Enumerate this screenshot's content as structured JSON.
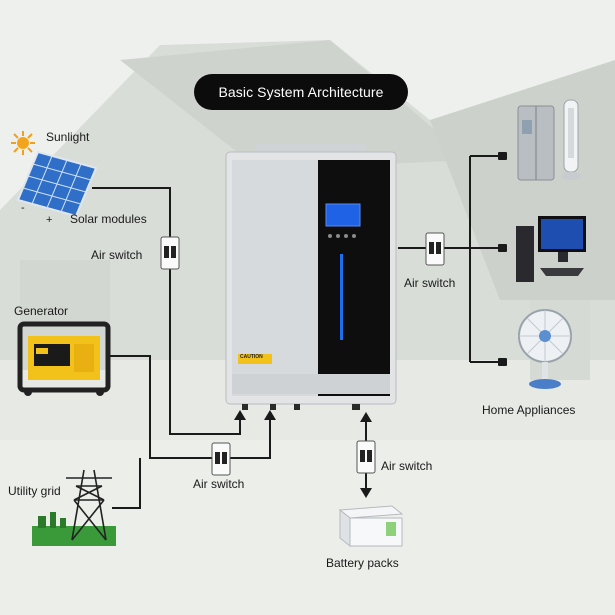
{
  "title": "Basic System Architecture",
  "labels": {
    "sunlight": "Sunlight",
    "solar_modules": "Solar modules",
    "air_switch_solar": "Air switch",
    "generator": "Generator",
    "air_switch_input": "Air switch",
    "utility_grid": "Utility grid",
    "air_switch_output": "Air switch",
    "home_appliances": "Home Appliances",
    "air_switch_battery": "Air switch",
    "battery_packs": "Battery packs"
  },
  "inverter": {
    "caution_label": "CAUTION",
    "lcd_color": "#1f62e6",
    "accent_strip_color": "#1e6ff0"
  },
  "solar_polarity": {
    "negative": "-",
    "positive": "+"
  },
  "colors": {
    "title_bg": "#0c0c0c",
    "wire": "#1a1a1a",
    "generator_body": "#f2c21a",
    "panel_blue": "#2f6fc8",
    "house_bg": "#d8dcd6"
  }
}
